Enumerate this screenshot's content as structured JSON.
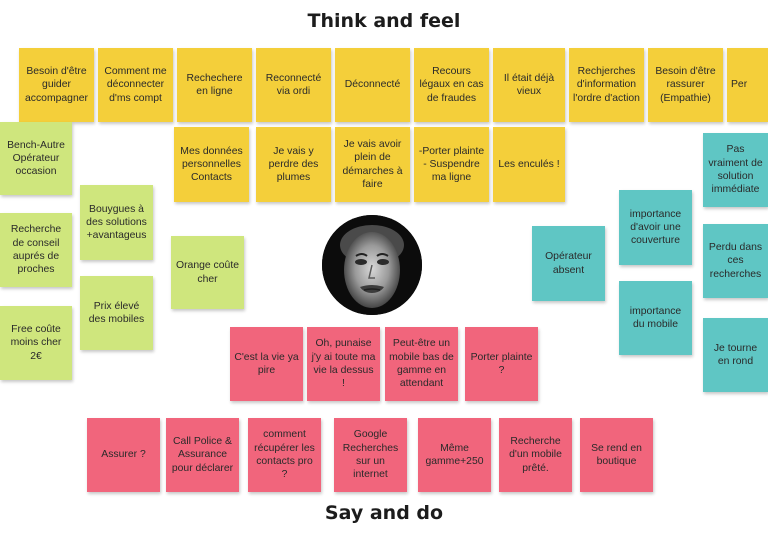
{
  "headings": {
    "top": "Think and feel",
    "bottom": "Say and do"
  },
  "colors": {
    "yellow": "#f4cf3a",
    "lime": "#cfe67d",
    "teal": "#5fc6c4",
    "pink": "#f1657c"
  },
  "think_feel": {
    "row1": [
      "Besoin d'être guider accompagner",
      "Comment me déconnecter d'ms compt",
      "Rechechere en ligne",
      "Reconnecté via ordi",
      "Déconnecté",
      "Recours légaux en cas de fraudes",
      "Il était déjà vieux",
      "Rechjerches d'information l'ordre d'action",
      "Besoin d'être rassurer (Empathie)",
      "Per"
    ],
    "row2": [
      "Mes données personnelles Contacts",
      "Je vais y perdre des plumes",
      "Je vais avoir plein de démarches à faire",
      "-Porter plainte - Suspendre ma ligne",
      "Les enculés !"
    ]
  },
  "left_notes": [
    "Bench-Autre Opérateur occasion",
    "Recherche de conseil auprés de proches",
    "Free coûte moins cher 2€",
    "Bouygues à des solutions +avantageus",
    "Prix élevé des mobiles",
    "Orange coûte cher"
  ],
  "right_notes": [
    "Opérateur absent",
    "importance d'avoir une couverture",
    "importance du mobile",
    "Pas vraiment de solution immédiate",
    "Perdu dans ces recherches",
    "Je tourne en rond"
  ],
  "pink_row1": [
    "C'est la vie  ya pire",
    "Oh, punaise j'y ai toute ma vie la dessus !",
    "Peut-être un mobile bas de gamme en attendant",
    "Porter plainte ?"
  ],
  "pink_row2": [
    "Assurer ?",
    "Call Police & Assurance pour déclarer",
    "comment récupérer les contacts pro ?",
    "Google Recherches sur un internet",
    "Même gamme+250",
    "Recherche d'un mobile prêté.",
    "Se rend en boutique"
  ]
}
